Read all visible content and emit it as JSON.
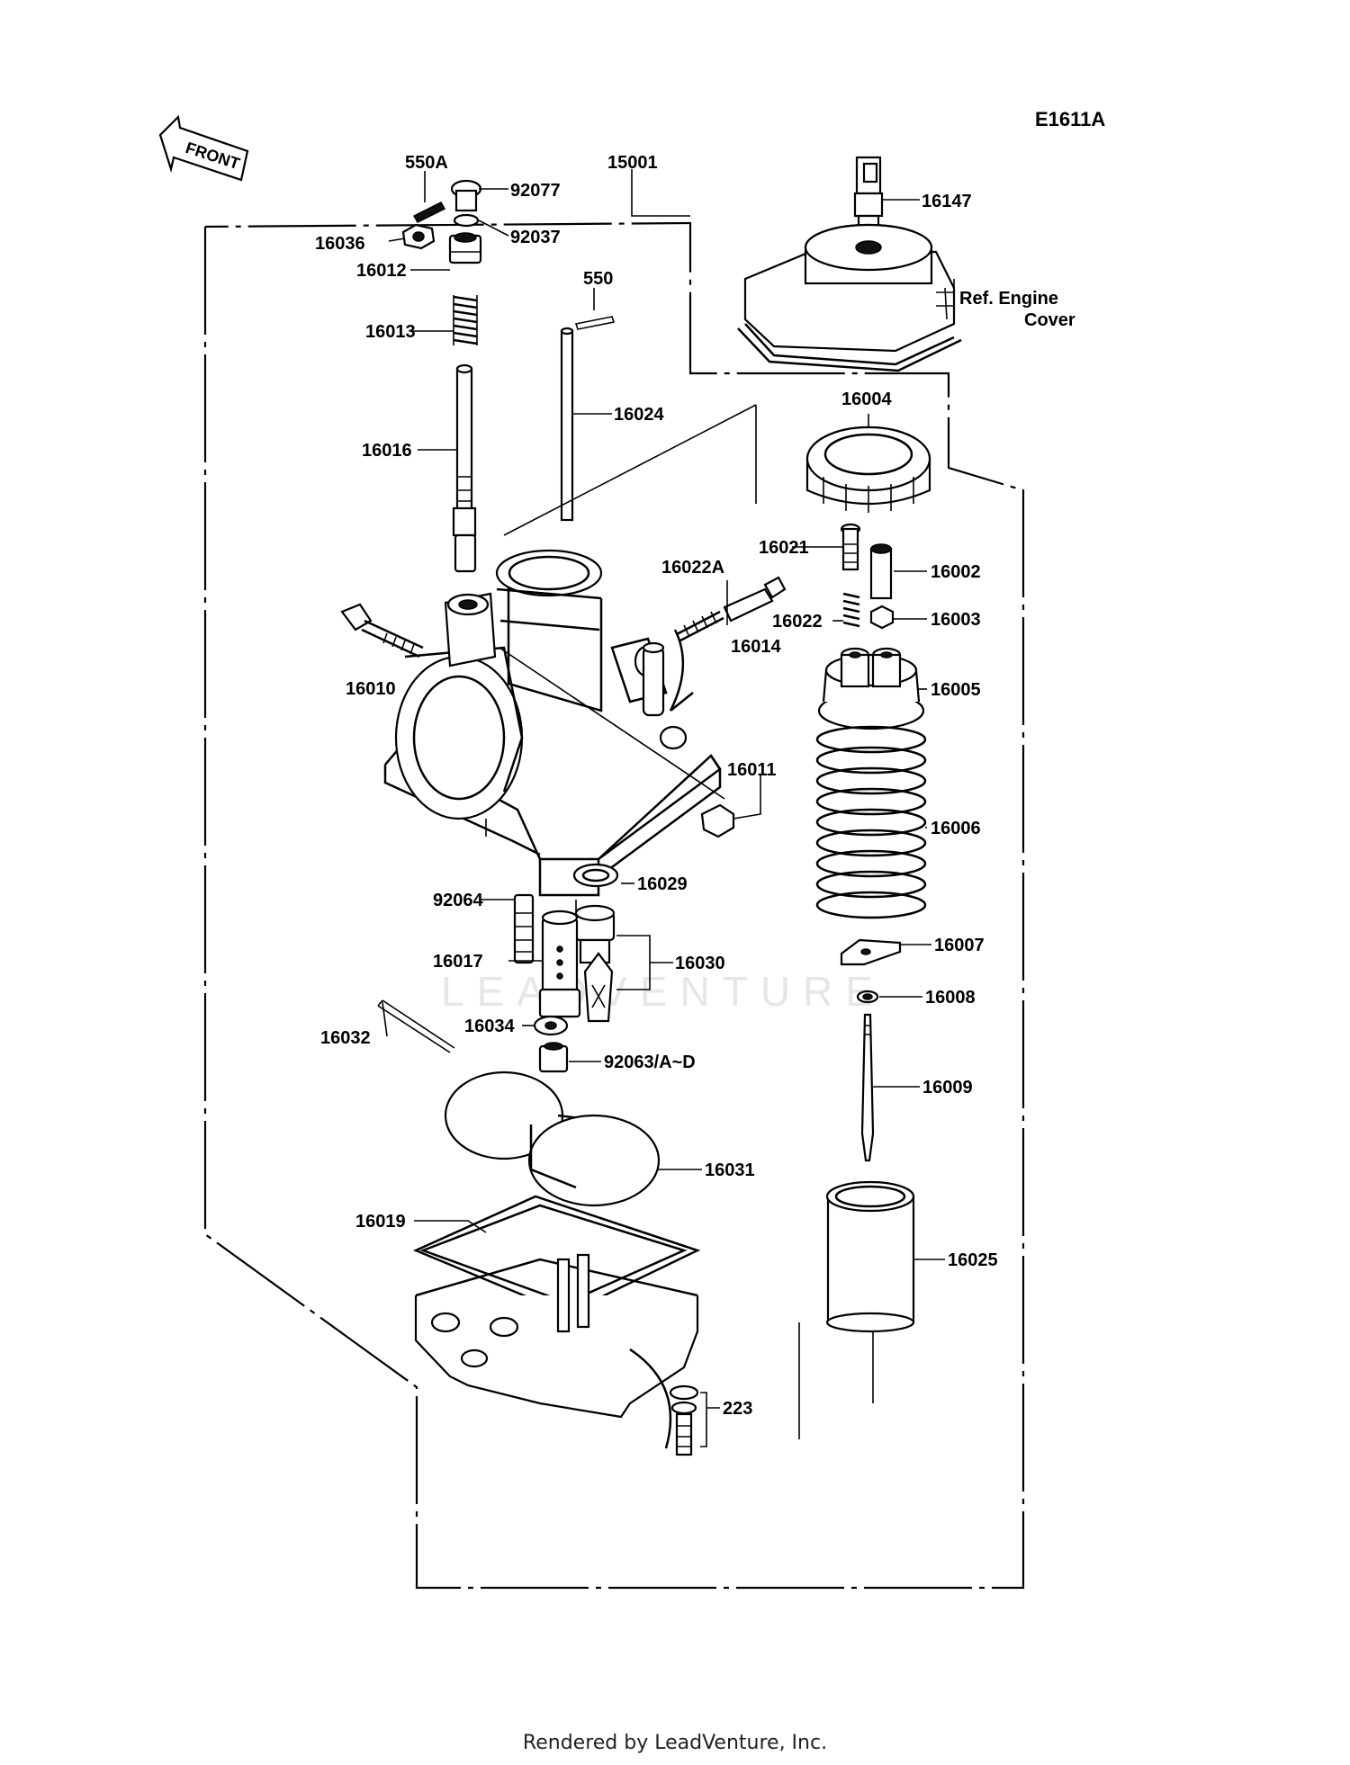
{
  "diagram_code": "E1611A",
  "front_label": "FRONT",
  "watermark": "LEADVENTURE",
  "ref_label_line1": "Ref. Engine",
  "ref_label_line2": "Cover",
  "footer": "Rendered by LeadVenture, Inc.",
  "part_numbers": {
    "p550A": "550A",
    "p92077": "92077",
    "p92037": "92037",
    "p16036": "16036",
    "p16012": "16012",
    "p16013": "16013",
    "p15001": "15001",
    "p550": "550",
    "p16024": "16024",
    "p16016": "16016",
    "p16147": "16147",
    "p16004": "16004",
    "p16021": "16021",
    "p16002": "16002",
    "p16022": "16022",
    "p16003": "16003",
    "p16022A": "16022A",
    "p16014": "16014",
    "p16010": "16010",
    "p16005": "16005",
    "p16011": "16011",
    "p16006": "16006",
    "p16029": "16029",
    "p92064": "92064",
    "p16007": "16007",
    "p16017": "16017",
    "p16030": "16030",
    "p16008": "16008",
    "p16034": "16034",
    "p16032": "16032",
    "p92063": "92063/A~D",
    "p16009": "16009",
    "p16031": "16031",
    "p16019": "16019",
    "p16025": "16025",
    "p223": "223"
  }
}
